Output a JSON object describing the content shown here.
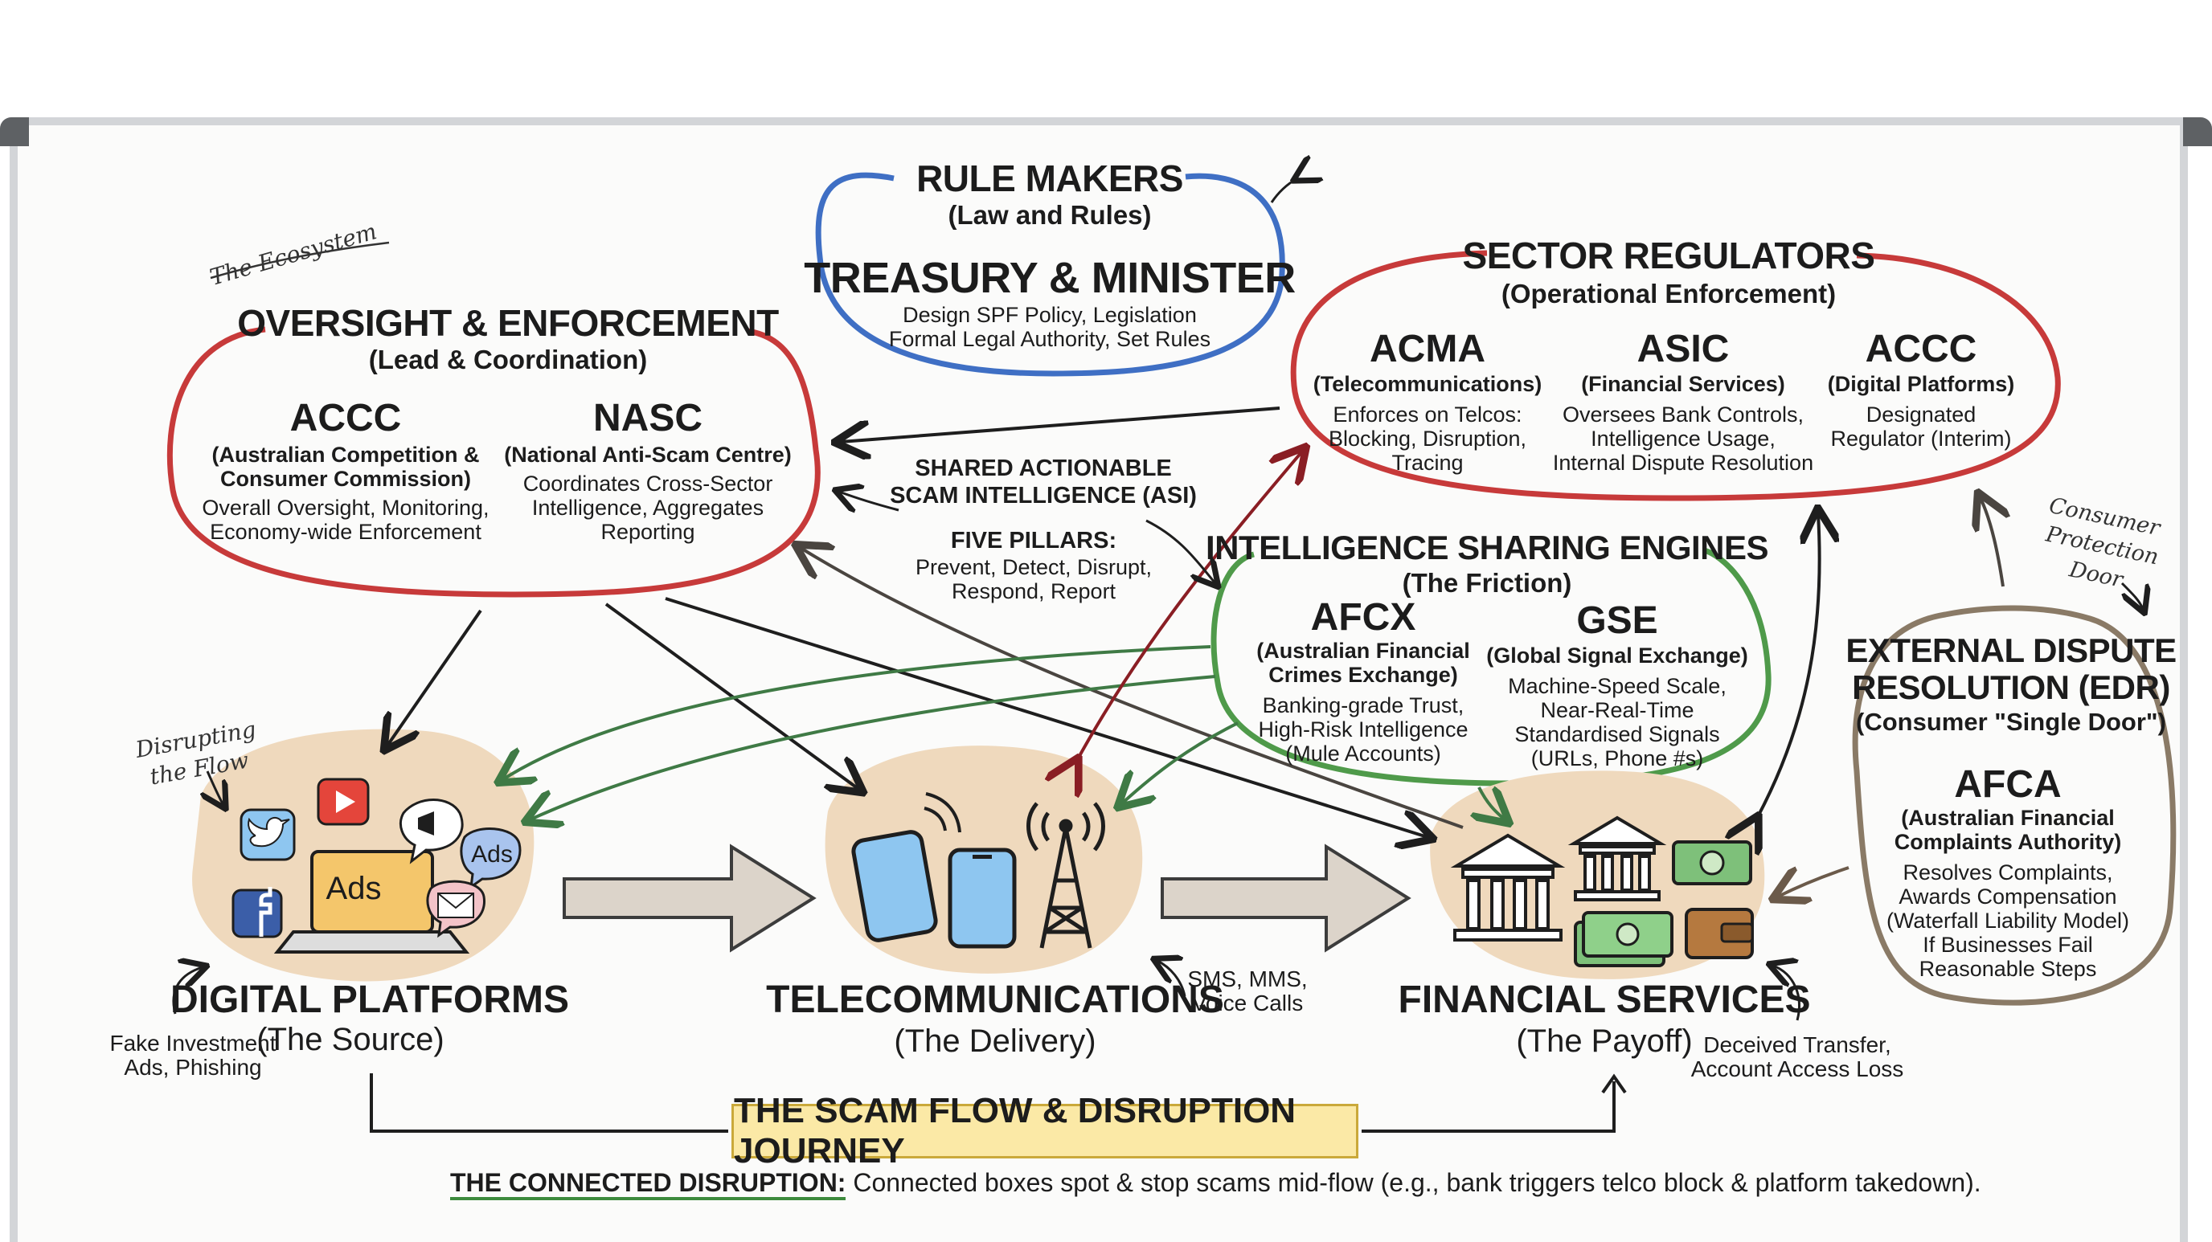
{
  "rule_makers": {
    "title": "RULE MAKERS",
    "subtitle": "(Law and Rules)",
    "body_title": "TREASURY & MINISTER",
    "lines": [
      "Design SPF Policy, Legislation",
      "Formal Legal Authority, Set Rules"
    ]
  },
  "oversight": {
    "title": "OVERSIGHT & ENFORCEMENT",
    "subtitle": "(Lead & Coordination)",
    "accc": {
      "abbr": "ACCC",
      "full": [
        "(Australian Competition &",
        "Consumer Commission)"
      ],
      "lines": [
        "Overall Oversight, Monitoring,",
        "Economy-wide Enforcement"
      ]
    },
    "nasc": {
      "abbr": "NASC",
      "full": [
        "(National Anti-Scam Centre)"
      ],
      "lines": [
        "Coordinates Cross-Sector",
        "Intelligence, Aggregates",
        "Reporting"
      ]
    }
  },
  "sector_regulators": {
    "title": "SECTOR REGULATORS",
    "subtitle": "(Operational Enforcement)",
    "acma": {
      "abbr": "ACMA",
      "full": "(Telecommunications)",
      "lines": [
        "Enforces on Telcos:",
        "Blocking, Disruption,",
        "Tracing"
      ]
    },
    "asic": {
      "abbr": "ASIC",
      "full": "(Financial Services)",
      "lines": [
        "Oversees Bank Controls,",
        "Intelligence Usage,",
        "Internal Dispute Resolution"
      ]
    },
    "accc": {
      "abbr": "ACCC",
      "full": "(Digital Platforms)",
      "lines": [
        "Designated",
        "Regulator (Interim)"
      ]
    }
  },
  "intelligence": {
    "title": "INTELLIGENCE SHARING ENGINES",
    "subtitle": "(The Friction)",
    "afcx": {
      "abbr": "AFCX",
      "full": [
        "(Australian Financial",
        "Crimes Exchange)"
      ],
      "lines": [
        "Banking-grade Trust,",
        "High-Risk Intelligence",
        "(Mule Accounts)"
      ]
    },
    "gse": {
      "abbr": "GSE",
      "full": [
        "(Global Signal Exchange)"
      ],
      "lines": [
        "Machine-Speed Scale,",
        "Near-Real-Time",
        "Standardised Signals",
        "(URLs, Phone #s)"
      ]
    }
  },
  "center_notes": {
    "asi": [
      "SHARED ACTIONABLE",
      "SCAM INTELLIGENCE (ASI)"
    ],
    "pillars_title": "FIVE PILLARS:",
    "pillars": [
      "Prevent, Detect, Disrupt,",
      "Respond, Report"
    ]
  },
  "edr": {
    "title": [
      "EXTERNAL DISPUTE",
      "RESOLUTION (EDR)"
    ],
    "subtitle": "(Consumer \"Single Door\")",
    "afca": {
      "abbr": "AFCA",
      "full": [
        "(Australian Financial",
        "Complaints Authority)"
      ],
      "lines": [
        "Resolves Complaints,",
        "Awards Compensation",
        "(Waterfall Liability Model)",
        "If Businesses Fail",
        "Reasonable Steps"
      ]
    }
  },
  "handwritten": {
    "ecosystem": "The Ecosystem",
    "disrupting": [
      "Disrupting",
      "the Flow"
    ],
    "consumer": [
      "Consumer",
      "Protection",
      "Door"
    ]
  },
  "flow": {
    "digital": {
      "title": "DIGITAL PLATFORMS",
      "subtitle": "(The Source)",
      "note": [
        "Fake Investment",
        "Ads, Phishing"
      ],
      "ads_label": "Ads",
      "ads_bubble": "Ads"
    },
    "telecom": {
      "title": "TELECOMMUNICATIONS",
      "subtitle": "(The Delivery)",
      "note": [
        "SMS, MMS,",
        "Voice Calls"
      ]
    },
    "financial": {
      "title": "FINANCIAL SERVICES",
      "subtitle": "(The Payoff)",
      "note": [
        "Deceived Transfer,",
        "Account Access Loss"
      ]
    }
  },
  "journey_label": "THE SCAM FLOW & DISRUPTION JOURNEY",
  "footer": {
    "bold": "THE CONNECTED DISRUPTION:",
    "text": " Connected boxes spot & stop scams mid-flow (e.g., bank triggers telco block & platform takedown)."
  },
  "colors": {
    "rule_makers": "#3f6fc4",
    "oversight": "#c73a3a",
    "regulators": "#c73a3a",
    "intelligence": "#4f9a4a",
    "edr": "#8a7a66",
    "blob": "#efd9bd",
    "journey": "#fbe9a6"
  }
}
